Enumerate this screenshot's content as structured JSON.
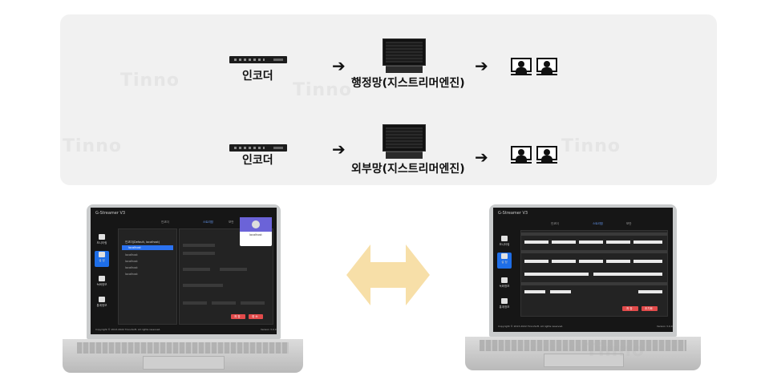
{
  "diagram": {
    "row1": {
      "encoder_label": "인코더",
      "server_label": "행정망(지스트리머엔진)"
    },
    "row2": {
      "encoder_label": "인코더",
      "server_label": "외부망(지스트리머엔진)"
    },
    "arrow_glyph": "➔"
  },
  "laptop_left": {
    "app_title": "G-Streamer V3",
    "sidebar": [
      "모니터링",
      "설 정",
      "녹화정보",
      "통계정보"
    ],
    "tabs": [
      "인코더",
      "스트리밍",
      "보안"
    ],
    "user_name": "localhost",
    "list_items": [
      "인코더(Default, localhost)",
      "localhost",
      "localhost",
      "localhost",
      "localhost",
      "localhost"
    ],
    "footer_left": "Copyright © 2013-2022 TinnoSoft. All rights reserved.",
    "footer_right": "Version 3.0.0",
    "buttons": [
      "저 장",
      "취 소"
    ]
  },
  "laptop_right": {
    "app_title": "G-Streamer V3",
    "sidebar": [
      "모니터링",
      "설 정",
      "녹화정보",
      "통계정보"
    ],
    "tabs": [
      "인코더",
      "스트리밍",
      "보안"
    ],
    "footer_left": "Copyright © 2013-2022 TinnoSoft. All rights reserved.",
    "footer_right": "Version 3.0.0",
    "buttons": [
      "저 장",
      "초기화"
    ]
  },
  "colors": {
    "accent": "#2b72f0",
    "danger": "#e24b4b",
    "panel": "#f1f1f1",
    "arrow_bidirectional": "#f7dfa8"
  }
}
